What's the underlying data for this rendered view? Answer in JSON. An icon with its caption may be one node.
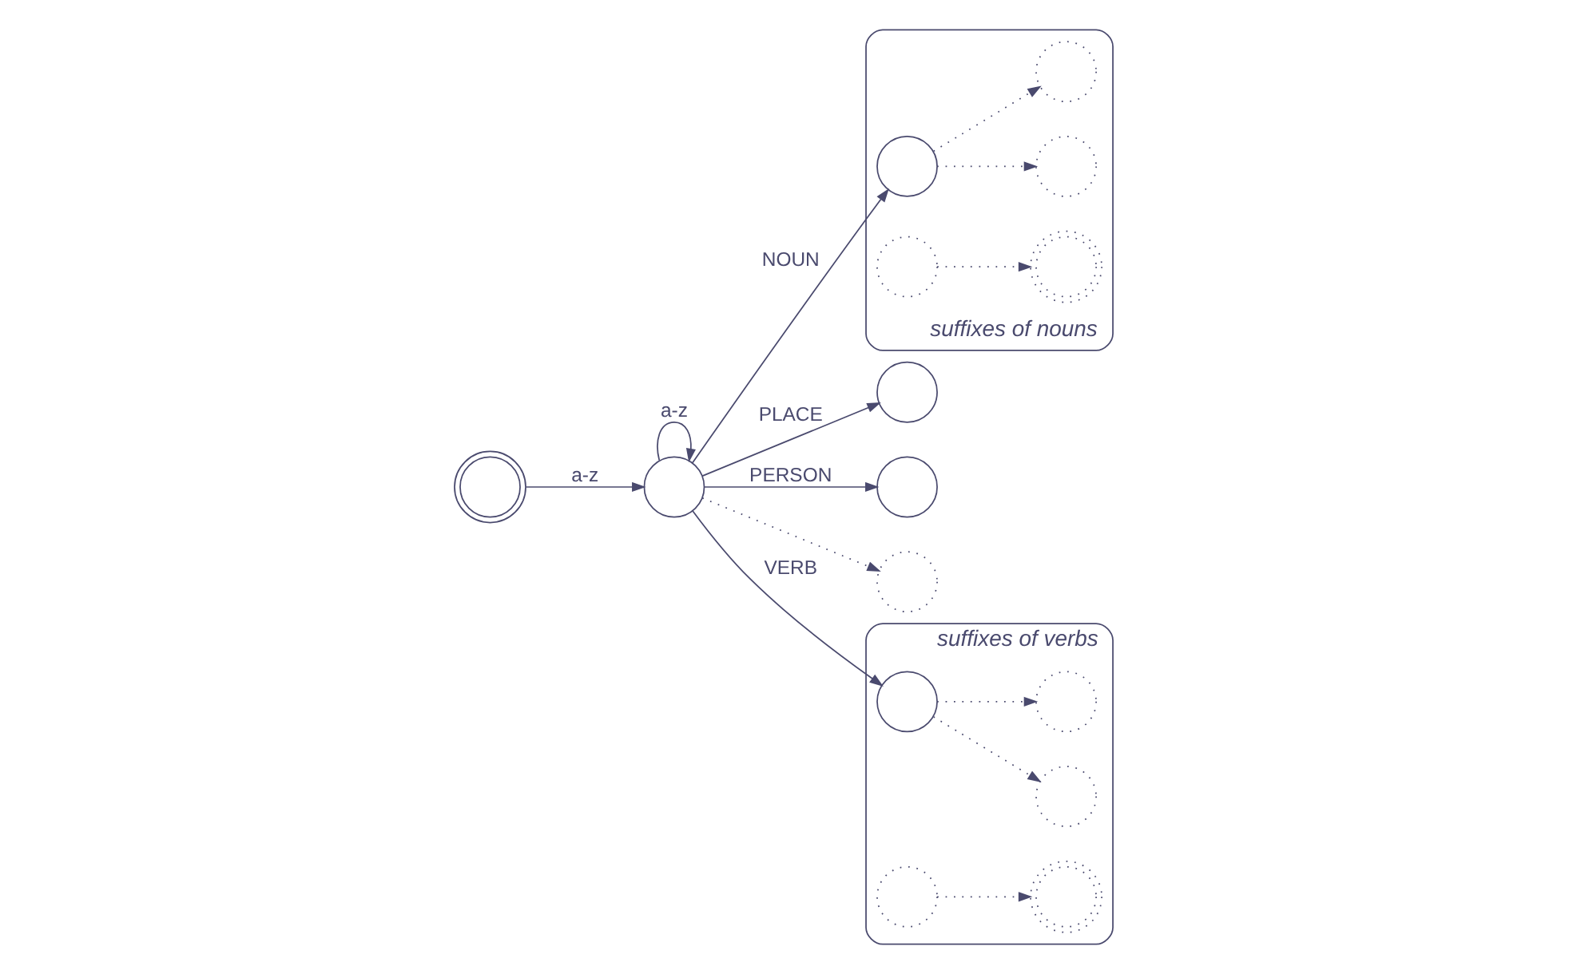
{
  "diagram": {
    "nodes": [
      {
        "text": [],
        "shape": "doublecircle"
      },
      {
        "text": [],
        "shape": "circle"
      },
      {
        "text": [
          "suffixes of nouns"
        ]
      },
      {
        "text": [],
        "shape": "circle",
        "in": 2
      },
      {
        "text": [],
        "shape": "circle",
        "in": 2
      },
      {
        "text": [],
        "shape": "circle",
        "in": 2
      },
      {
        "text": [],
        "shape": "circle",
        "in": 2
      },
      {
        "text": [],
        "shape": "doublecircle",
        "in": 2
      },
      {
        "text": [],
        "shape": "circle"
      },
      {
        "text": [],
        "shape": "circle"
      },
      {
        "text": [],
        "shape": "circle"
      },
      {
        "text": [
          "suffixes of verbs"
        ]
      },
      {
        "text": [],
        "shape": "circle",
        "in": 11
      },
      {
        "text": [],
        "shape": "circle",
        "in": 11
      },
      {
        "text": [],
        "shape": "circle",
        "in": 11
      },
      {
        "text": [],
        "shape": "circle",
        "in": 11
      },
      {
        "text": [],
        "shape": "doublecircle",
        "in": 11
      }
    ],
    "edges": [
      {
        "from": 0,
        "to": 1,
        "arrow": "to",
        "label": "a-z"
      },
      {
        "from": 1,
        "to": 1,
        "arrow": "to",
        "label": "a-z"
      },
      {
        "from": 1,
        "to": 3,
        "arrow": "to",
        "label": "NOUN"
      },
      {
        "from": 1,
        "to": 8,
        "arrow": "to",
        "label": "PLACE"
      },
      {
        "from": 1,
        "to": 9,
        "arrow": "to",
        "label": "PERSON"
      },
      {
        "from": 1,
        "to": 10,
        "arrow": "to",
        "style": "dashed"
      },
      {
        "from": 1,
        "to": 12,
        "arrow": "to",
        "label": "VERB"
      },
      {
        "from": 3,
        "to": 4,
        "arrow": "to",
        "style": "dashed"
      },
      {
        "from": 3,
        "to": 5,
        "arrow": "to",
        "style": "dashed"
      },
      {
        "from": 6,
        "to": 7,
        "arrow": "to",
        "style": "dashed"
      },
      {
        "from": 12,
        "to": 13,
        "arrow": "to",
        "style": "dashed"
      },
      {
        "from": 12,
        "to": 14,
        "arrow": "to",
        "style": "dashed"
      },
      {
        "from": 15,
        "to": 16,
        "arrow": "to",
        "style": "dashed"
      }
    ]
  }
}
